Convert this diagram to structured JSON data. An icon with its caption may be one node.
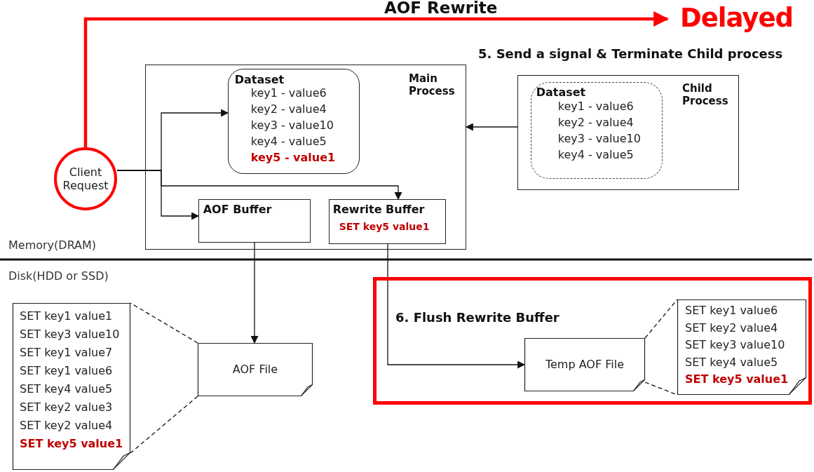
{
  "diagram": {
    "title": "AOF Rewrite",
    "nodes": [
      {
        "text": [
          "Main Process"
        ]
      },
      {
        "text": [
          "Dataset",
          "key1 - value6",
          "key2 - value4",
          "key3 - value10",
          "key4 - value5",
          "key5 - value1"
        ],
        "in": 0
      },
      {
        "text": [
          "AOF Buffer"
        ],
        "in": 0
      },
      {
        "text": [
          "Rewrite Buffer",
          "SET key5 value1"
        ],
        "in": 0
      },
      {
        "text": [
          "Child Process"
        ]
      },
      {
        "text": [
          "Dataset",
          "key1 - value6",
          "key2 - value4",
          "key3 - value10",
          "key4 - value5"
        ],
        "in": 4
      },
      {
        "text": [
          "Client Request"
        ]
      },
      {
        "text": [
          "Delayed"
        ]
      },
      {
        "text": [
          "AOF File"
        ]
      },
      {
        "text": [
          "SET key1 value1",
          "SET key3 value10",
          "SET key1 value7",
          "SET key1 value6",
          "SET key4 value5",
          "SET key2 value3",
          "SET key2 value4",
          "SET key5 value1"
        ]
      },
      {
        "text": [
          "6. Flush Rewrite Buffer"
        ]
      },
      {
        "text": [
          "Temp AOF File"
        ],
        "in": 10
      },
      {
        "text": [
          "SET key1 value6",
          "SET key2 value4",
          "SET key3 value10",
          "SET key4 value5",
          "SET key5 value1"
        ],
        "in": 10
      }
    ],
    "edges": [
      {
        "from": 6,
        "to": 1,
        "arrow": "to"
      },
      {
        "from": 6,
        "to": 3,
        "arrow": "to"
      },
      {
        "from": 6,
        "to": 2,
        "arrow": "to"
      },
      {
        "from": 4,
        "to": 0,
        "arrow": "to"
      },
      {
        "from": 6,
        "to": 7,
        "arrow": "to",
        "style": "thick",
        "color": "#ff0000"
      },
      {
        "from": 2,
        "to": 8,
        "arrow": "to"
      },
      {
        "from": 3,
        "to": 11,
        "arrow": "to"
      },
      {
        "from": 8,
        "to": 9,
        "arrow": "none",
        "style": "dashed"
      },
      {
        "from": 8,
        "to": 9,
        "arrow": "none",
        "style": "dashed"
      },
      {
        "from": 11,
        "to": 12,
        "arrow": "none",
        "style": "dashed"
      },
      {
        "from": 11,
        "to": 12,
        "arrow": "none",
        "style": "dashed"
      }
    ],
    "labels": [
      "5. Send a signal & Terminate Child process",
      "Memory(DRAM)",
      "Disk(HDD or SSD)"
    ]
  }
}
